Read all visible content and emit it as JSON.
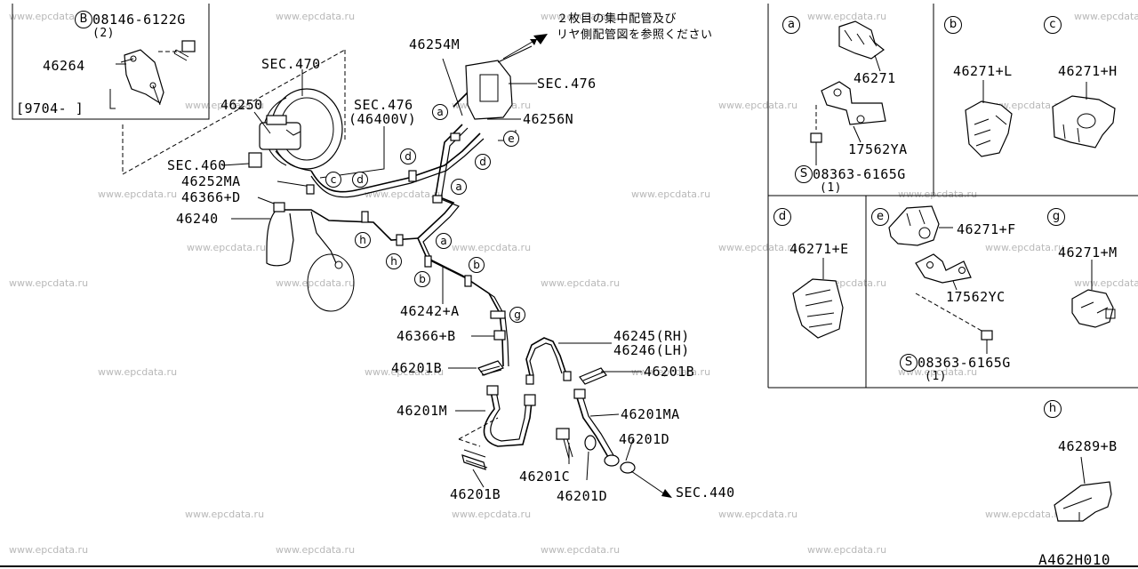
{
  "diagram_code": "A462H010",
  "watermark": "www.epcdata.ru",
  "note_lines": [
    "２枚目の集中配管及び",
    "リヤ側配管図を参照ください"
  ],
  "main": {
    "bolt_code": "08146-6122G",
    "bolt_qty": "(2)",
    "bracket": "46264",
    "date_range": "[9704-    ]",
    "master_cyl": "46250",
    "sec470": "SEC.470",
    "sec476_top": "SEC.476",
    "sec476_mid": "SEC.476",
    "sec476_sub": "(46400V)",
    "sec460": "SEC.460",
    "sec440": "SEC.440",
    "p46254m": "46254M",
    "p46256n": "46256N",
    "p46252ma": "46252MA",
    "p46366d": "46366+D",
    "p46240": "46240",
    "p46242a": "46242+A",
    "p46366b": "46366+B",
    "p46245": "46245(RH)",
    "p46246": "46246(LH)",
    "p46201b_l": "46201B",
    "p46201b_r": "46201B",
    "p46201b_b": "46201B",
    "p46201m": "46201M",
    "p46201ma": "46201MA",
    "p46201c": "46201C",
    "p46201d_a": "46201D",
    "p46201d_b": "46201D"
  },
  "callouts": {
    "a": "a",
    "b": "b",
    "c": "c",
    "d": "d",
    "e": "e",
    "g": "g",
    "h": "h"
  },
  "details": {
    "a": {
      "letter": "a",
      "clip": "46271",
      "bracket": "17562YA",
      "screw_prefix": "S",
      "screw": "08363-6165G",
      "qty": "(1)"
    },
    "b": {
      "letter": "b",
      "clip": "46271+L"
    },
    "c": {
      "letter": "c",
      "clip": "46271+H"
    },
    "d": {
      "letter": "d",
      "clip": "46271+E"
    },
    "e": {
      "letter": "e",
      "clip": "46271+F",
      "bracket": "17562YC",
      "screw_prefix": "S",
      "screw": "08363-6165G",
      "qty": "(1)"
    },
    "g": {
      "letter": "g",
      "clip": "46271+M"
    },
    "h": {
      "letter": "h",
      "clip": "46289+B"
    }
  }
}
